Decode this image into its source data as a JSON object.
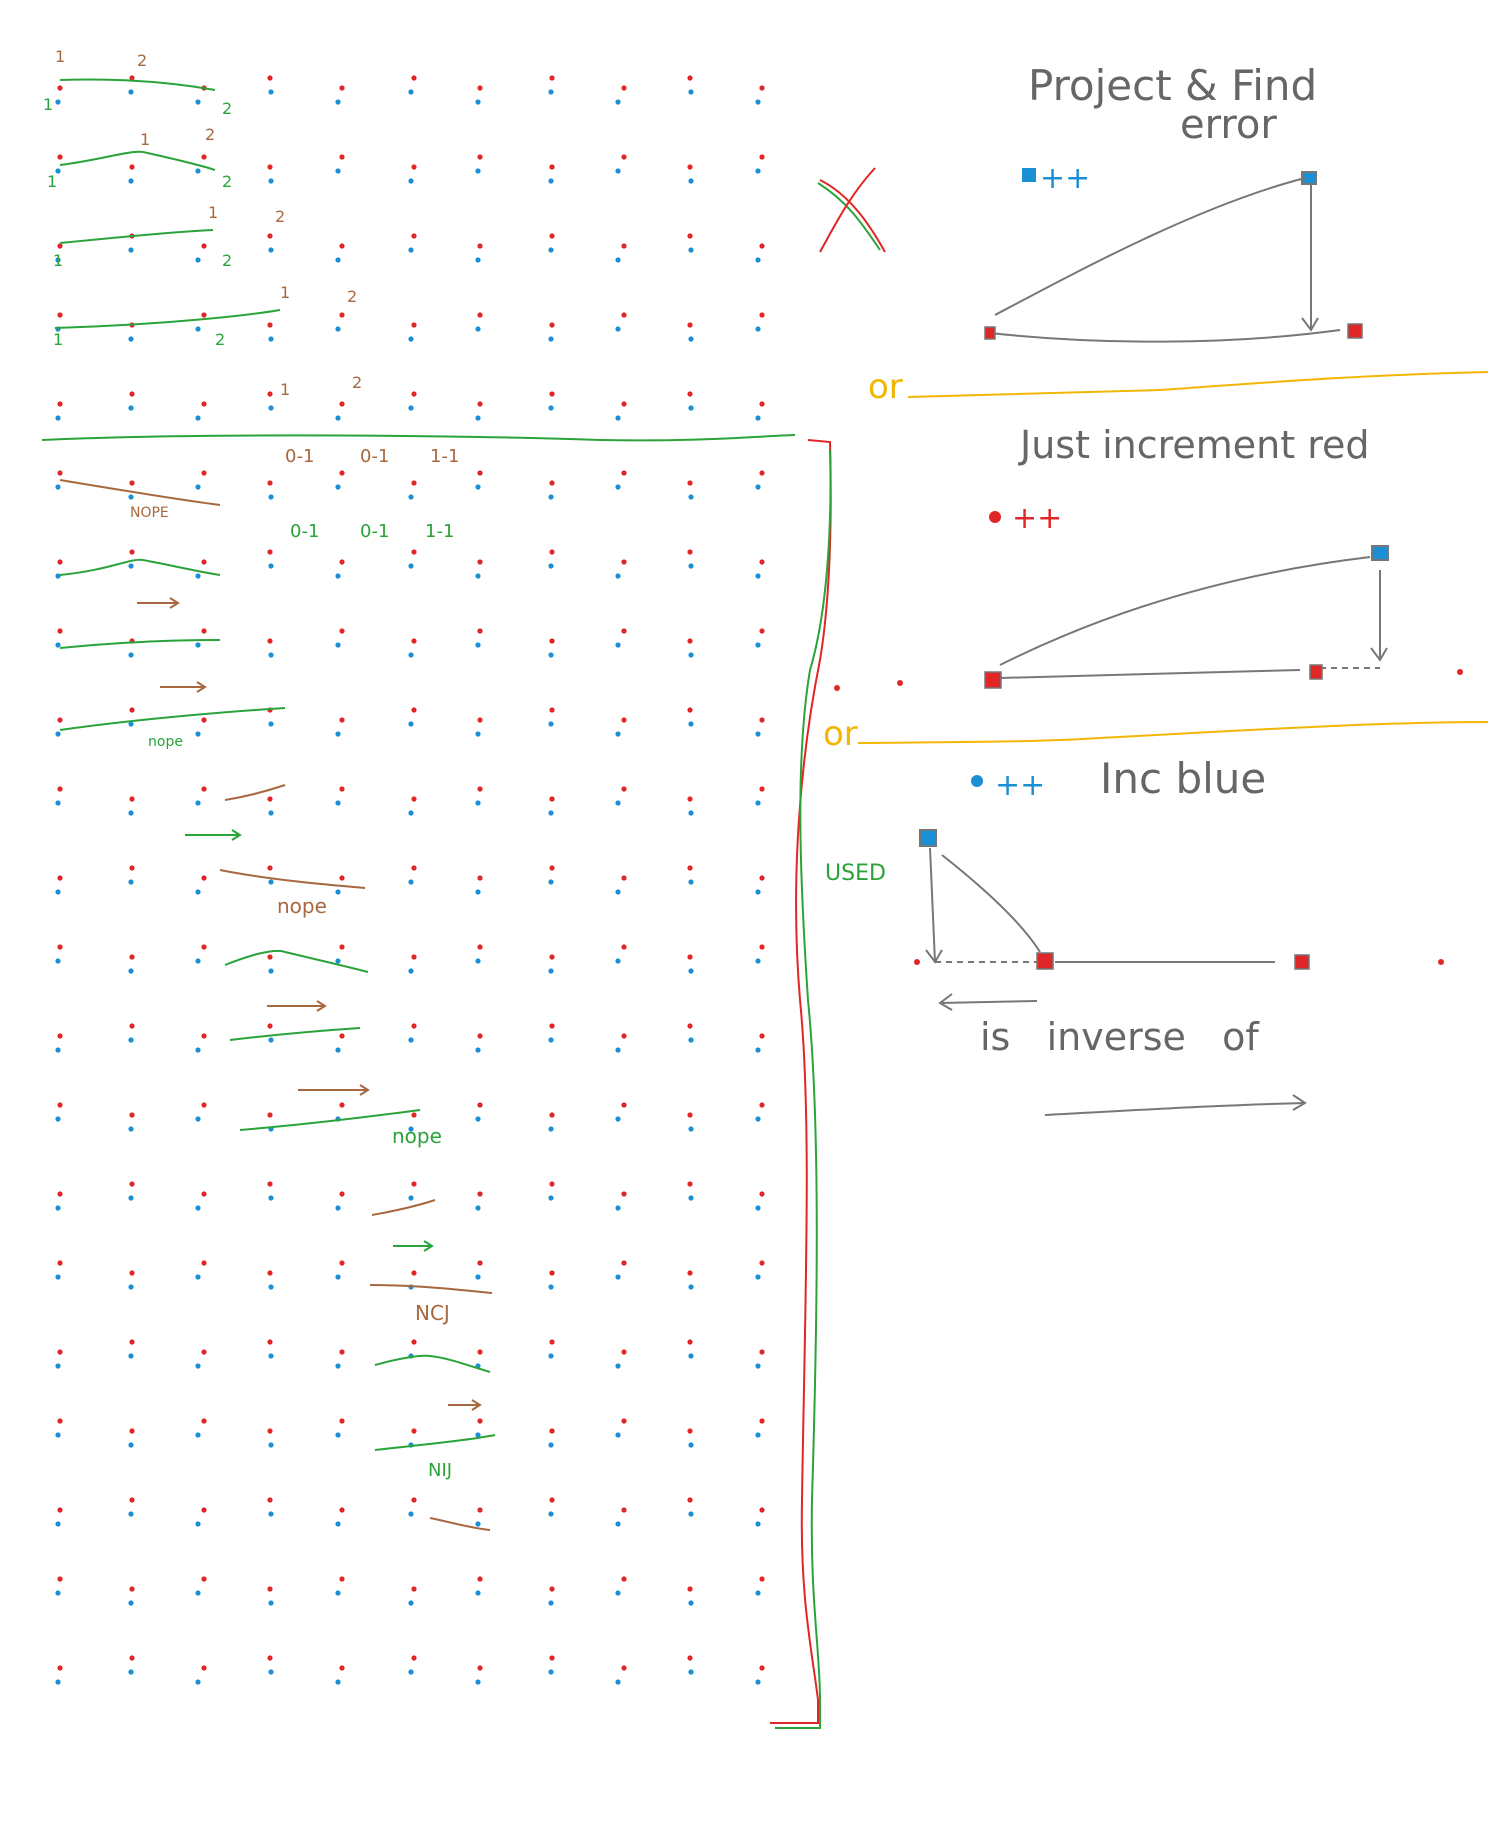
{
  "colors": {
    "red_dot": "#e02626",
    "blue_dot": "#1b8fd6",
    "green": "#2aa43a",
    "brown": "#a7683f",
    "gray": "#777777",
    "gold": "#f2b705",
    "red_line": "#e02626"
  },
  "left_labels": {
    "row1": [
      "1",
      "2",
      "1",
      "2"
    ],
    "row2": [
      "1",
      "2",
      "1",
      "2"
    ],
    "row3": [
      "1",
      "2",
      "1",
      "2"
    ],
    "row4": [
      "1",
      "2",
      "1",
      "2"
    ],
    "row5": [
      "1",
      "2"
    ],
    "pairs_a": [
      "0-1",
      "0-1",
      "1-1"
    ],
    "pairs_b": [
      "0-1",
      "0-1",
      "1-1"
    ],
    "nope": "nope",
    "nope_cap": "NOPE",
    "ncj": "NCJ",
    "nij": "NIJ",
    "used": "USED"
  },
  "right": {
    "title_line1": "Project & Find",
    "title_line2": "error",
    "blue_pp_1": "++",
    "or_1": "or",
    "just_increment": "Just increment red",
    "red_pp": "++",
    "or_2": "or",
    "inc_blue": "Inc blue",
    "blue_pp_2": "++",
    "is_inverse_of": "is   inverse   of"
  }
}
